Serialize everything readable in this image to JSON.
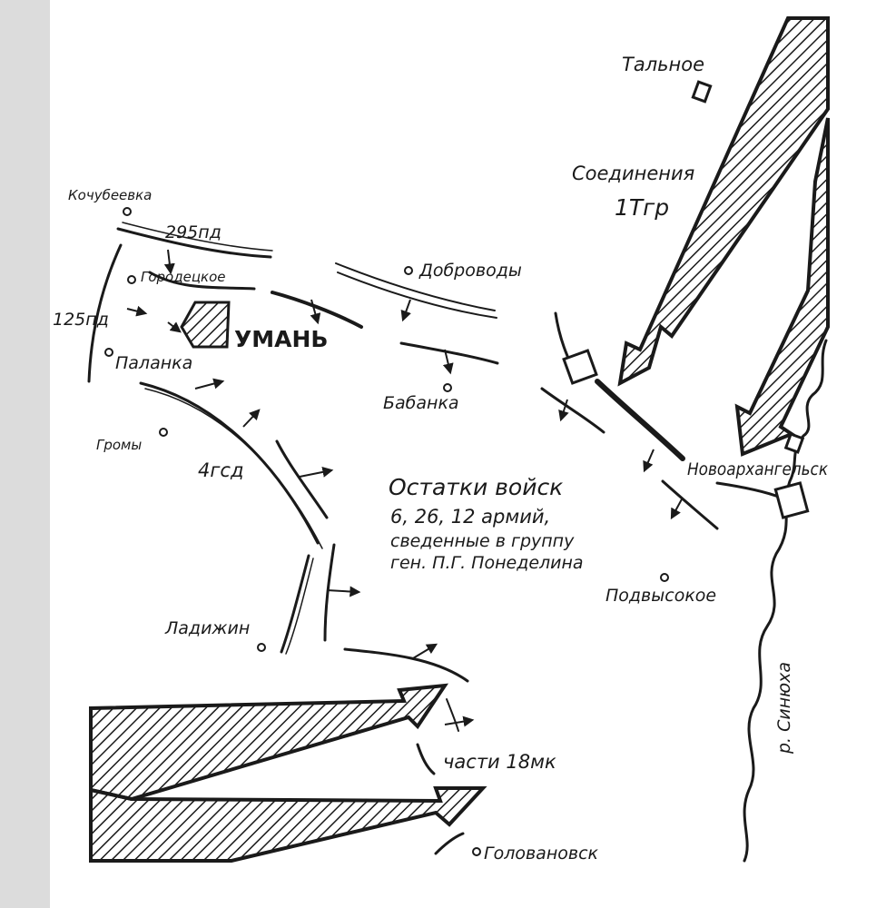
{
  "title": "",
  "places": {
    "talnoe": "Тальное",
    "kochubeevka": "Кочубеевка",
    "gorodetskoe": "Городецкое",
    "uman": "УМАНЬ",
    "palanka": "Паланка",
    "dobrovody": "Доброводы",
    "babanka": "Бабанка",
    "gromy": "Громы",
    "ladyzhin": "Ладижин",
    "podvysokoe": "Подвысокое",
    "novoarkhangelsk": "Новоархангельск",
    "golovanovsk": "Головановск",
    "river": "р. Синюха"
  },
  "units": {
    "pd295": "295пд",
    "pd125": "125пд",
    "gsd4": "4гсд",
    "group1": "Соединения",
    "group1b": "1Тгр",
    "mk18": "части 18мк",
    "encircled_1": "Остатки войск",
    "encircled_2": "6, 26, 12 армий,",
    "encircled_3": "сведенные в группу",
    "encircled_4": "ген. П.Г. Понеделина"
  },
  "colors": {
    "ink": "#1a1a1a",
    "paper": "#ffffff",
    "scan_edge": "#dcdcdc"
  }
}
